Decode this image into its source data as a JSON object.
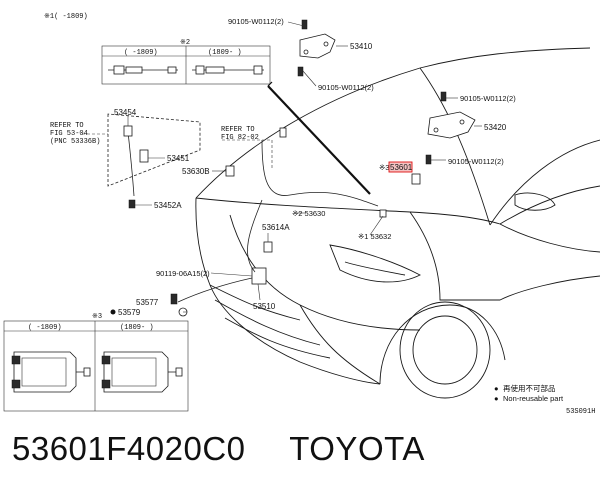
{
  "diagram": {
    "note_top_left": "※1(  -1809)",
    "inset_top": {
      "mark": "※2",
      "col1": "(   -1809)",
      "col2": "(1809-   )"
    },
    "inset_bottom": {
      "mark": "※3",
      "col1": "(   -1809)",
      "col2": "(1809-   )"
    },
    "labels": {
      "bolt_top": "90105-W0112(2)",
      "p53410": "53410",
      "bolt_mid": "90105-W0112(2)",
      "bolt_right_top": "90105-W0112(2)",
      "p53420": "53420",
      "bolt_right_bottom": "90105-W0112(2)",
      "highlight_mark": "※3",
      "highlight_part": "53601",
      "p53454": "53454",
      "refer1_line1": "REFER TO",
      "refer1_line2": "FIG 53-04",
      "refer1_line3": "(PNC 53336B)",
      "p53451": "53451",
      "refer2_line1": "REFER TO",
      "refer2_line2": "FIG 82-02",
      "p53630B": "53630B",
      "p53452A": "53452A",
      "p53630": "※2 53630",
      "p53614A": "53614A",
      "p53632": "※1 53632",
      "bolt_lower": "90119-06A15(2)",
      "p53577": "53577",
      "p53579": "53579",
      "p53510": "53510"
    },
    "legend": [
      {
        "marker": "●",
        "text": "再使用不可部品"
      },
      {
        "marker": "●",
        "text": "Non-reusable part"
      }
    ],
    "figure_code": "53S091H"
  },
  "footer": {
    "part_number": "53601F4020C0",
    "brand": "TOYOTA"
  }
}
